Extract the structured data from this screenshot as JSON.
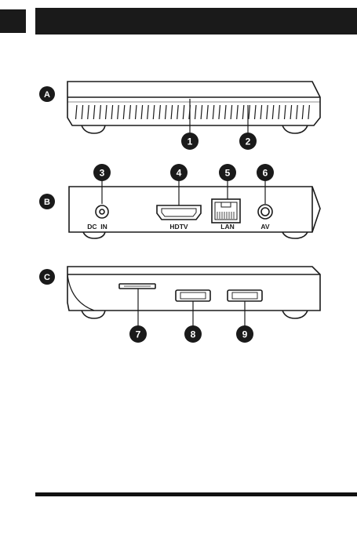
{
  "header": {
    "title": ""
  },
  "sections": [
    {
      "letter": "A"
    },
    {
      "letter": "B"
    },
    {
      "letter": "C"
    }
  ],
  "callouts": [
    "1",
    "2",
    "3",
    "4",
    "5",
    "6",
    "7",
    "8",
    "9"
  ],
  "port_labels": {
    "dc_in": "DC  IN",
    "hdtv": "HDTV",
    "lan": "LAN",
    "av": "AV"
  },
  "colors": {
    "ink": "#1a1a1a",
    "marker_fill": "#1a1a1a",
    "marker_text": "#ffffff"
  }
}
